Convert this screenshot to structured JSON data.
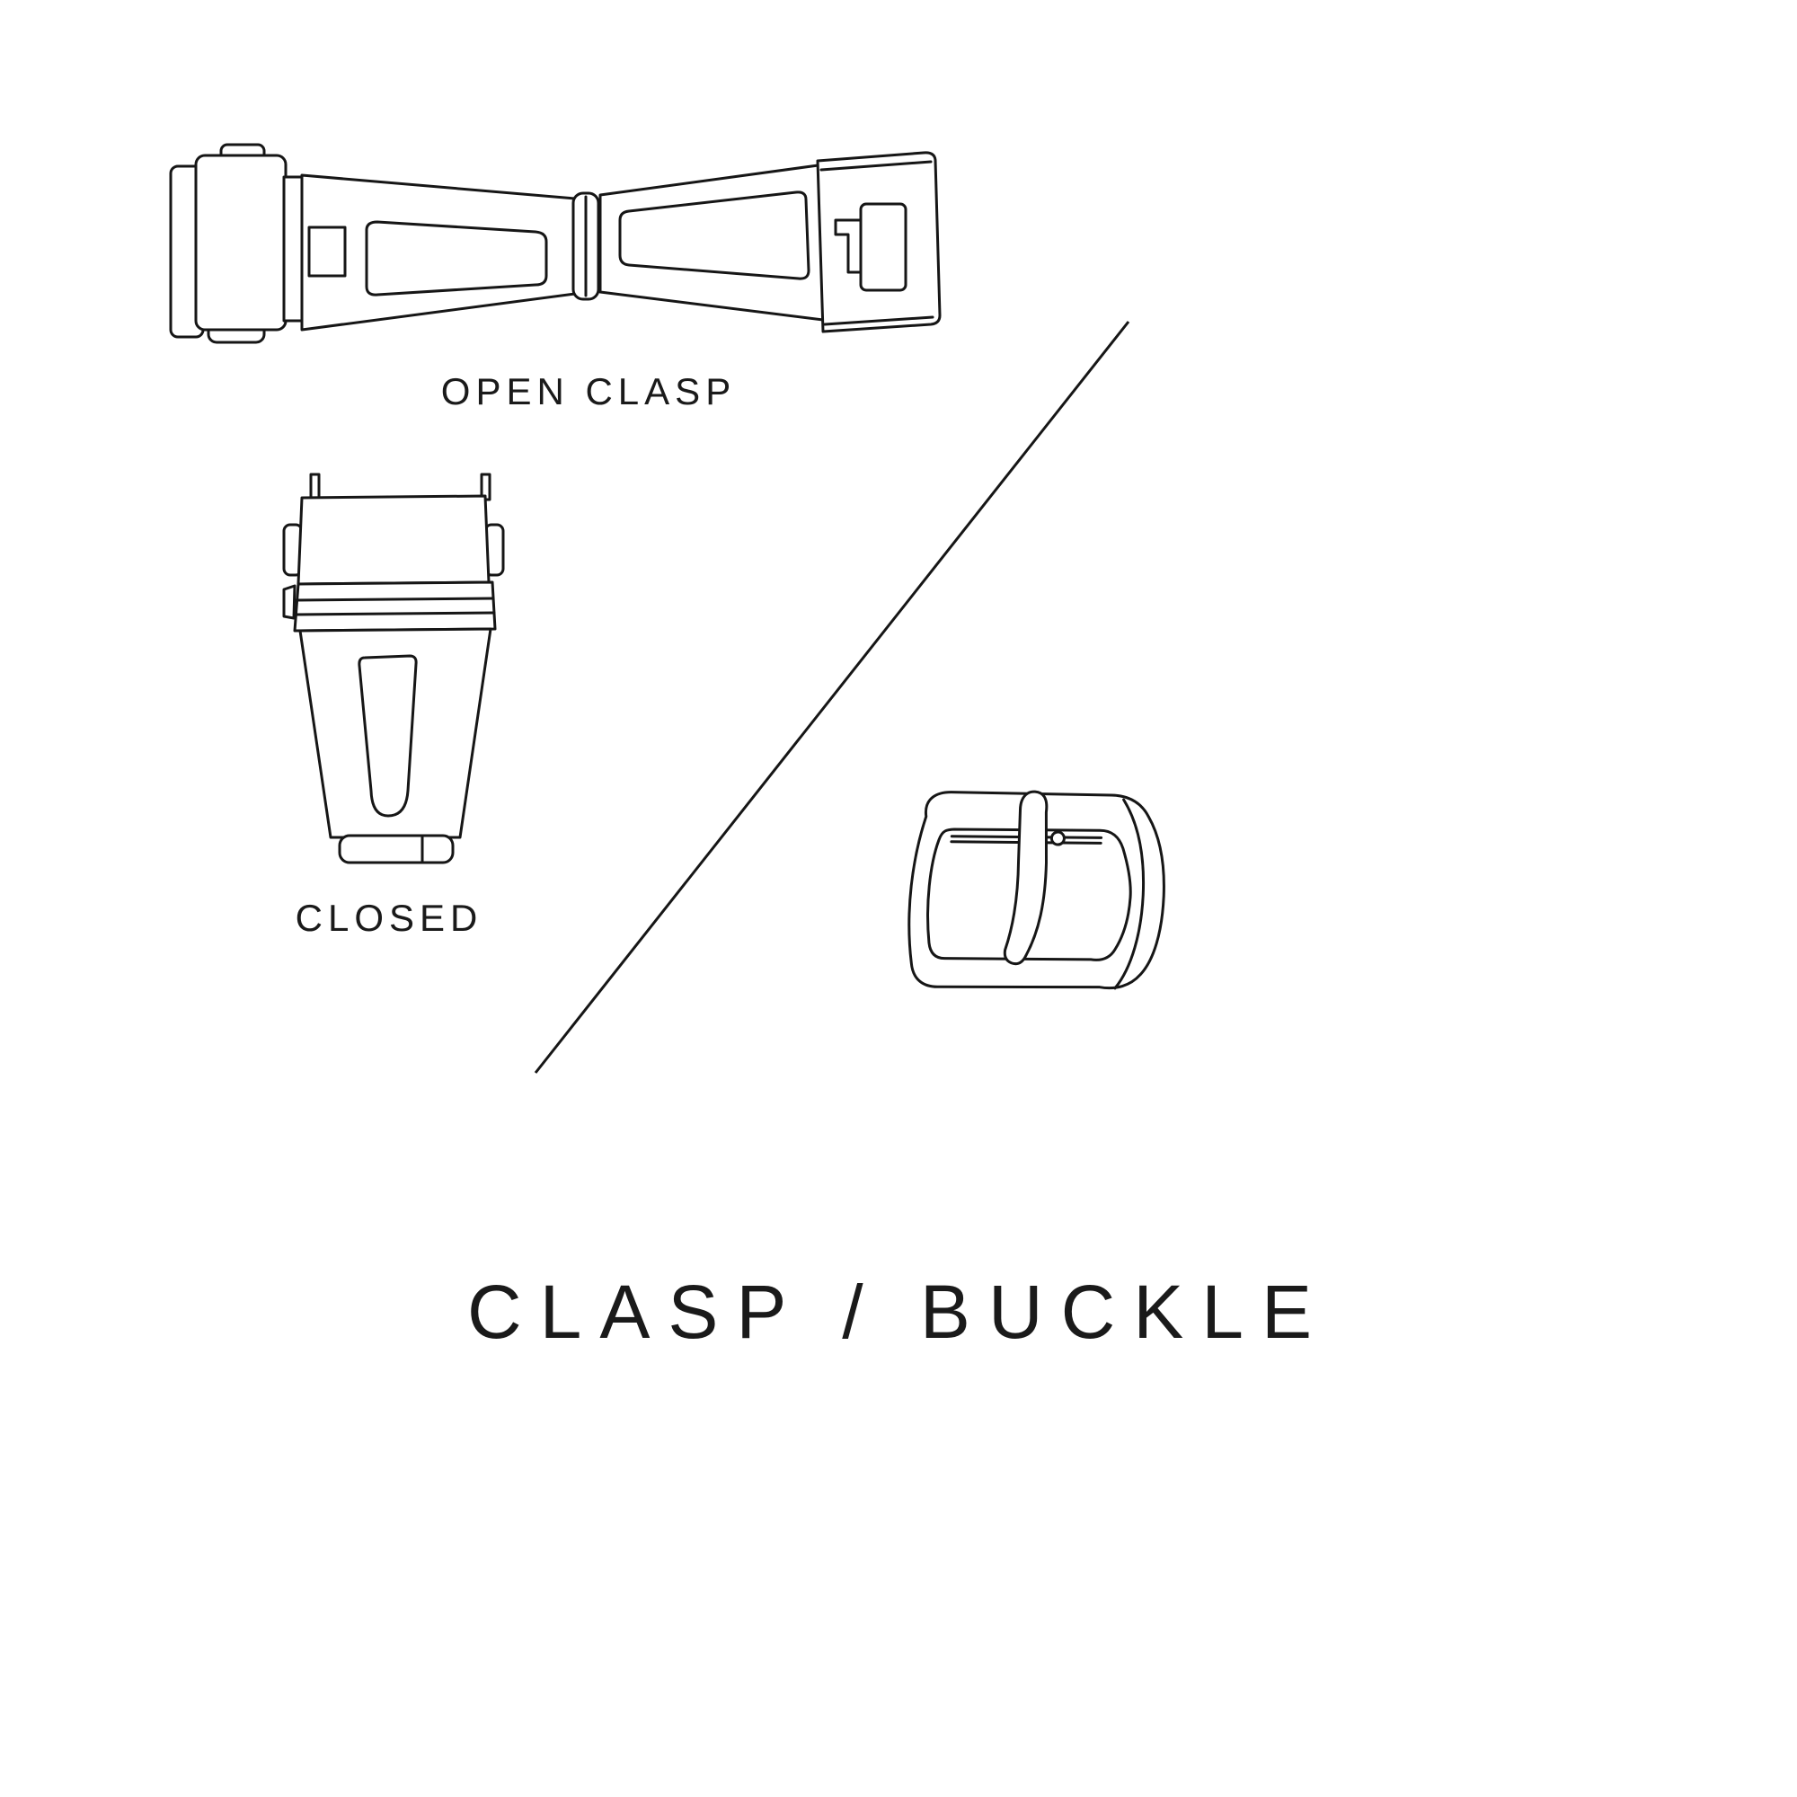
{
  "colors": {
    "ink": "#1a1a1a",
    "line": "#161616",
    "background": "#ffffff"
  },
  "labels": {
    "open_clasp": "OPEN CLASP",
    "closed": "CLOSED"
  },
  "title": "CLASP / BUCKLE"
}
